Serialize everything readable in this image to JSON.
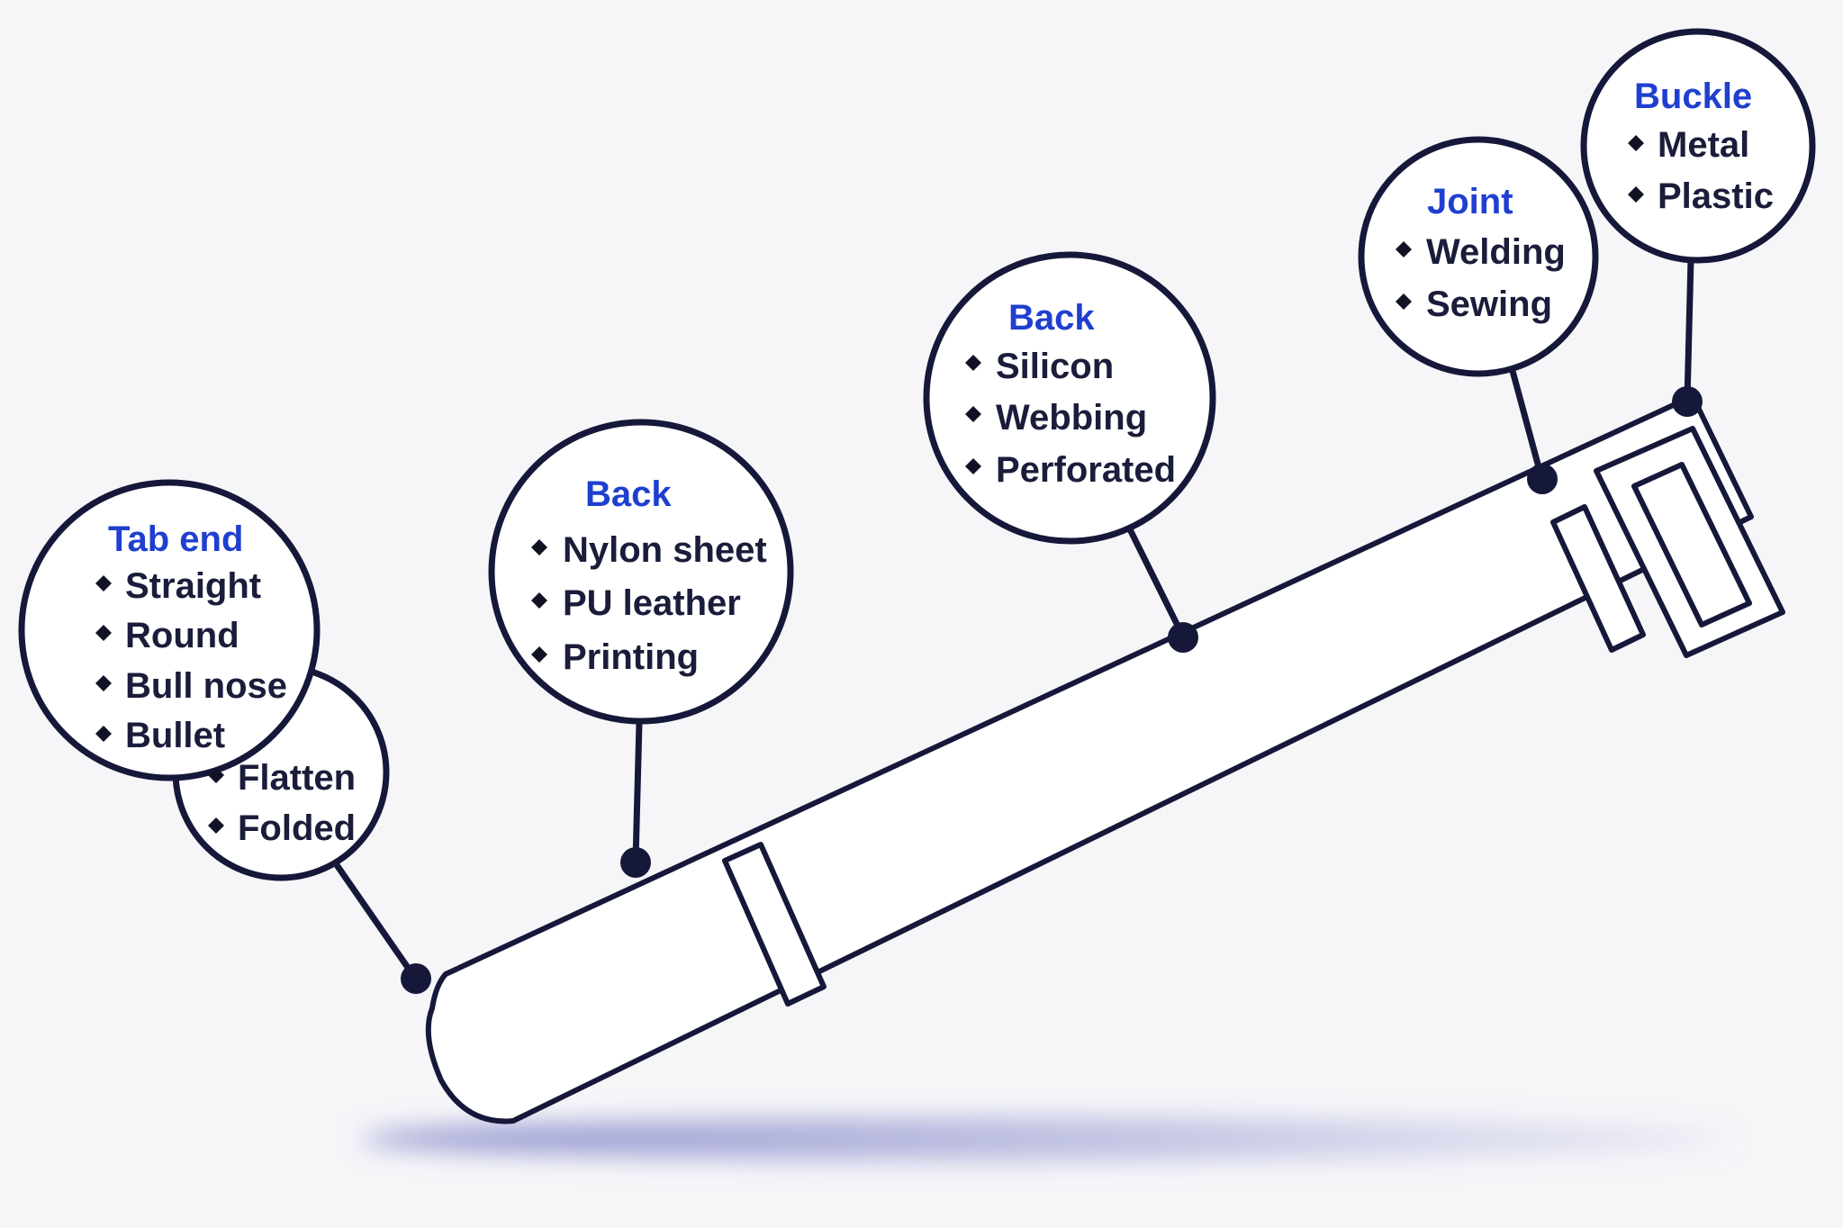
{
  "callouts": [
    {
      "id": "buckle",
      "title": "Buckle",
      "items": [
        "Metal",
        "Plastic"
      ]
    },
    {
      "id": "joint",
      "title": "Joint",
      "items": [
        "Welding",
        "Sewing"
      ]
    },
    {
      "id": "back-mid",
      "title": "Back",
      "items": [
        "Silicon",
        "Webbing",
        "Perforated"
      ]
    },
    {
      "id": "back-left",
      "title": "Back",
      "items": [
        "Nylon sheet",
        "PU leather",
        "Printing"
      ]
    },
    {
      "id": "tab-end",
      "title": "Tab end",
      "items": [
        "Straight",
        "Round",
        "Bull nose",
        "Bullet"
      ],
      "sub_items": [
        "Flatten",
        "Folded"
      ]
    }
  ],
  "colors": {
    "title": "#1f3fd0",
    "ink": "#16183a",
    "text": "#1a1d3a",
    "background": "#f6f6f9",
    "shadow": "#8d8fc9"
  },
  "icons": {
    "bullet": "diamond-icon"
  }
}
